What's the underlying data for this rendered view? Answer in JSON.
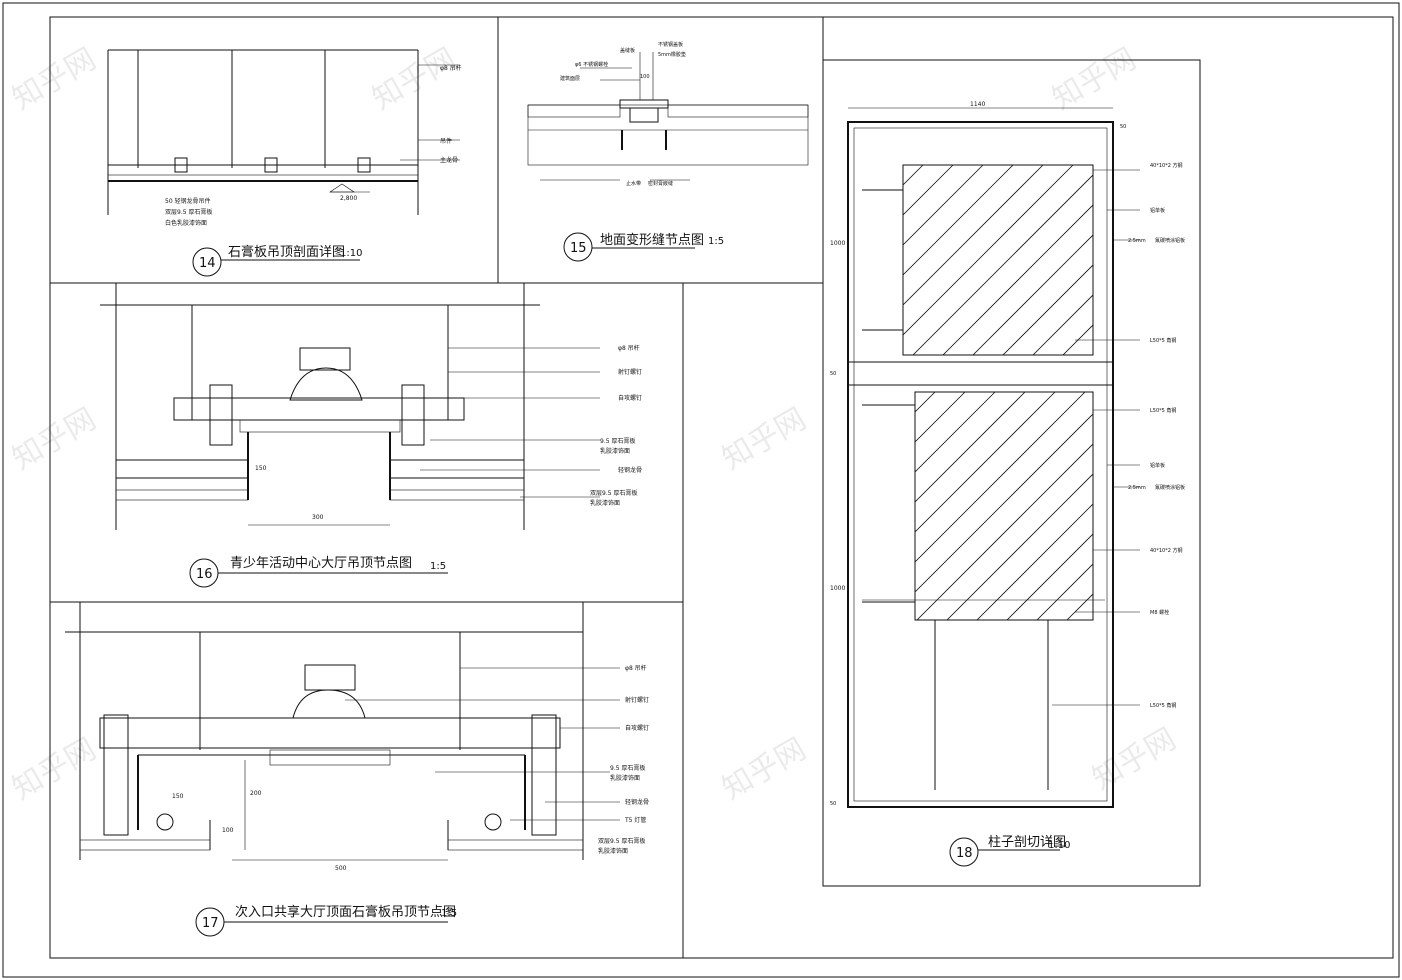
{
  "details": {
    "d14": {
      "num": "14",
      "title": "石膏板吊顶剖面详图",
      "scale": "1:10",
      "labels": {
        "rod": "φ8 吊杆",
        "hanger": "吊件",
        "main": "主龙骨",
        "note1": "50 轻钢龙骨吊件",
        "note2": "双层9.5 厚石膏板",
        "note3": "白色乳胶漆饰面",
        "dim": "2,800"
      }
    },
    "d15": {
      "num": "15",
      "title": "地面变形缝节点图",
      "scale": "1:5",
      "labels": {
        "a": "盖缝板",
        "b": "不锈钢盖板",
        "c": "5mm橡胶垫",
        "d": "φ6 不锈钢螺栓",
        "e": "建筑面层",
        "f": "止水带",
        "g": "密封膏嵌缝",
        "h": "100"
      }
    },
    "d16": {
      "num": "16",
      "title": "青少年活动中心大厅吊顶节点图",
      "scale": "1:5",
      "labels": {
        "a": "φ8 吊杆",
        "b": "射钉螺钉",
        "c": "自攻螺钉",
        "d": "9.5 厚石膏板",
        "e": "乳胶漆饰面",
        "f": "轻钢龙骨",
        "g": "双层9.5 厚石膏板",
        "h": "乳胶漆饰面",
        "w": "300",
        "v": "150"
      }
    },
    "d17": {
      "num": "17",
      "title": "次入口共享大厅顶面石膏板吊顶节点图",
      "scale": "1:5",
      "labels": {
        "a": "φ8 吊杆",
        "b": "射钉螺钉",
        "c": "自攻螺钉",
        "d": "9.5 厚石膏板",
        "e": "乳胶漆饰面",
        "f": "轻钢龙骨",
        "g": "T5 灯管",
        "h": "双层9.5 厚石膏板",
        "i": "乳胶漆饰面",
        "w": "500",
        "v1": "150",
        "v2": "200",
        "v3": "100"
      }
    },
    "d18": {
      "num": "18",
      "title": "柱子剖切详图",
      "scale": "1:10",
      "labels": {
        "a": "40*10*2 方钢",
        "b": "铝单板",
        "c": "2.5mm",
        "d": "氟碳喷涂铝板",
        "e": "L50*5 角钢",
        "f": "L50*5 角钢",
        "g": "铝单板",
        "h": "2.5mm",
        "i": "氟碳喷涂铝板",
        "j": "40*10*2 方钢",
        "k": "M8 螺栓",
        "l": "L50*5 角钢",
        "top": "1140",
        "left1": "1000",
        "left2": "1000",
        "s1": "50",
        "s2": "50",
        "s3": "50"
      }
    }
  },
  "watermark": "知乎网"
}
